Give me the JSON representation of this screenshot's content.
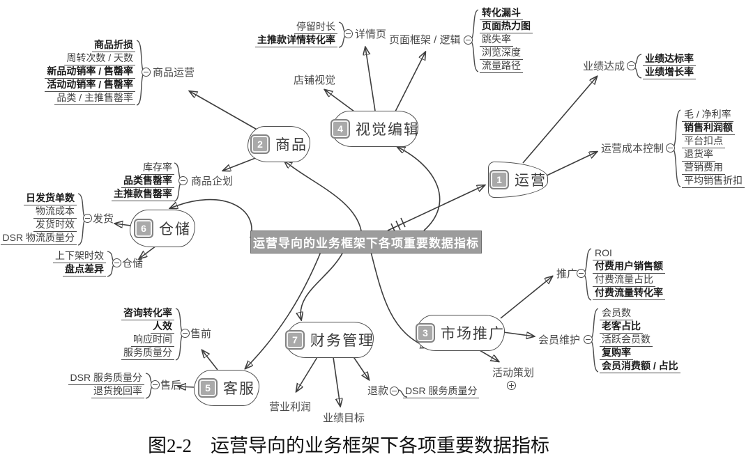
{
  "central_title": "运营导向的业务框架下各项重要数据指标",
  "caption": "图2-2　运营导向的业务框架下各项重要数据指标",
  "colors": {
    "central_bg": "#9c9c9c",
    "central_text": "#ffffff",
    "node_border": "#4e4e4e",
    "badge_bg": "#a9a9a9",
    "line": "#3e3e3e"
  },
  "icons": {
    "collapse": "minus-circle",
    "expand": "plus-circle"
  },
  "nodes": {
    "yunying": {
      "num": "1",
      "label": "运营"
    },
    "shangpin": {
      "num": "2",
      "label": "商品"
    },
    "shichang": {
      "num": "3",
      "label": "市场推广"
    },
    "shijue": {
      "num": "4",
      "label": "视觉编辑"
    },
    "kefu": {
      "num": "5",
      "label": "客服"
    },
    "cangchu": {
      "num": "6",
      "label": "仓储"
    },
    "caiwu": {
      "num": "7",
      "label": "财务管理"
    }
  },
  "topics": {
    "shangpin_yunying": "商品运营",
    "shangpin_qihua": "商品企划",
    "xiangqingye": "详情页",
    "dianpu_shijue": "店铺视觉",
    "yemian_kuangjia": "页面框架 / 逻辑",
    "yeji_dacheng": "业绩达成",
    "chengben_kongzhi": "运营成本控制",
    "fahuo": "发货",
    "cangchu_sub": "仓储",
    "shouqian": "售前",
    "shouhou": "售后",
    "yingye_lirun": "营业利润",
    "yeji_mubiao": "业绩目标",
    "tuikuan": "退款",
    "tuiguang": "推广",
    "huiyuan_weihu": "会员维护",
    "huodong_cehua": "活动策划"
  },
  "lists": {
    "shangpin_yunying": [
      "商品折损",
      "周转次数 / 天数",
      "新品动销率 / 售罄率",
      "活动动销率 / 售罄率",
      "品类 / 主推售罄率"
    ],
    "shangpin_qihua": [
      "库存率",
      "品类售罄率",
      "主推款售罄率"
    ],
    "xiangqingye": [
      "停留时长",
      "主推款详情转化率"
    ],
    "yemian_kuangjia": [
      "转化漏斗",
      "页面热力图",
      "跳失率",
      "浏览深度",
      "流量路径"
    ],
    "yeji_dacheng": [
      "业绩达标率",
      "业绩增长率"
    ],
    "chengben_kongzhi": [
      "毛 / 净利率",
      "销售利润额",
      "平台扣点",
      "退货率",
      "营销费用",
      "平均销售折扣"
    ],
    "fahuo": [
      "日发货单数",
      "物流成本",
      "发货时效",
      "DSR 物流质量分"
    ],
    "cangchu_sub": [
      "上下架时效",
      "盘点差异"
    ],
    "shouqian": [
      "咨询转化率",
      "人效",
      "响应时间",
      "服务质量分"
    ],
    "shouhou": [
      "DSR 服务质量分",
      "退货挽回率"
    ],
    "tuikuan": [
      "DSR 服务质量分"
    ],
    "tuiguang": [
      "ROI",
      "付费用户销售额",
      "付费流量占比",
      "付费流量转化率"
    ],
    "huiyuan_weihu": [
      "会员数",
      "老客占比",
      "活跃会员数",
      "复购率",
      "会员消费额 / 占比"
    ]
  }
}
